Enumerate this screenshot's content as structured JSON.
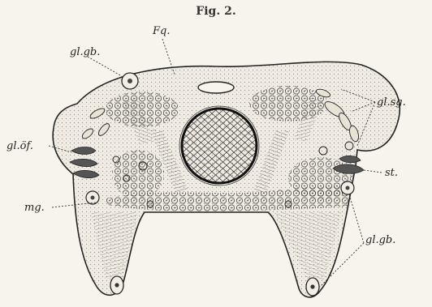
{
  "figure": {
    "title": "Fig. 2.",
    "labels": {
      "fq": "Fq.",
      "gl_gb_top": "gl.gb.",
      "gl_sg": "gl.sg.",
      "gl_of": "gl.öf.",
      "st": "st.",
      "mg": "mg.",
      "gl_gb_bottom": "gl.gb."
    }
  },
  "colors": {
    "paper": "#f7f4ee",
    "ink": "#2a2a2a",
    "shade": "#d9d3c6"
  }
}
